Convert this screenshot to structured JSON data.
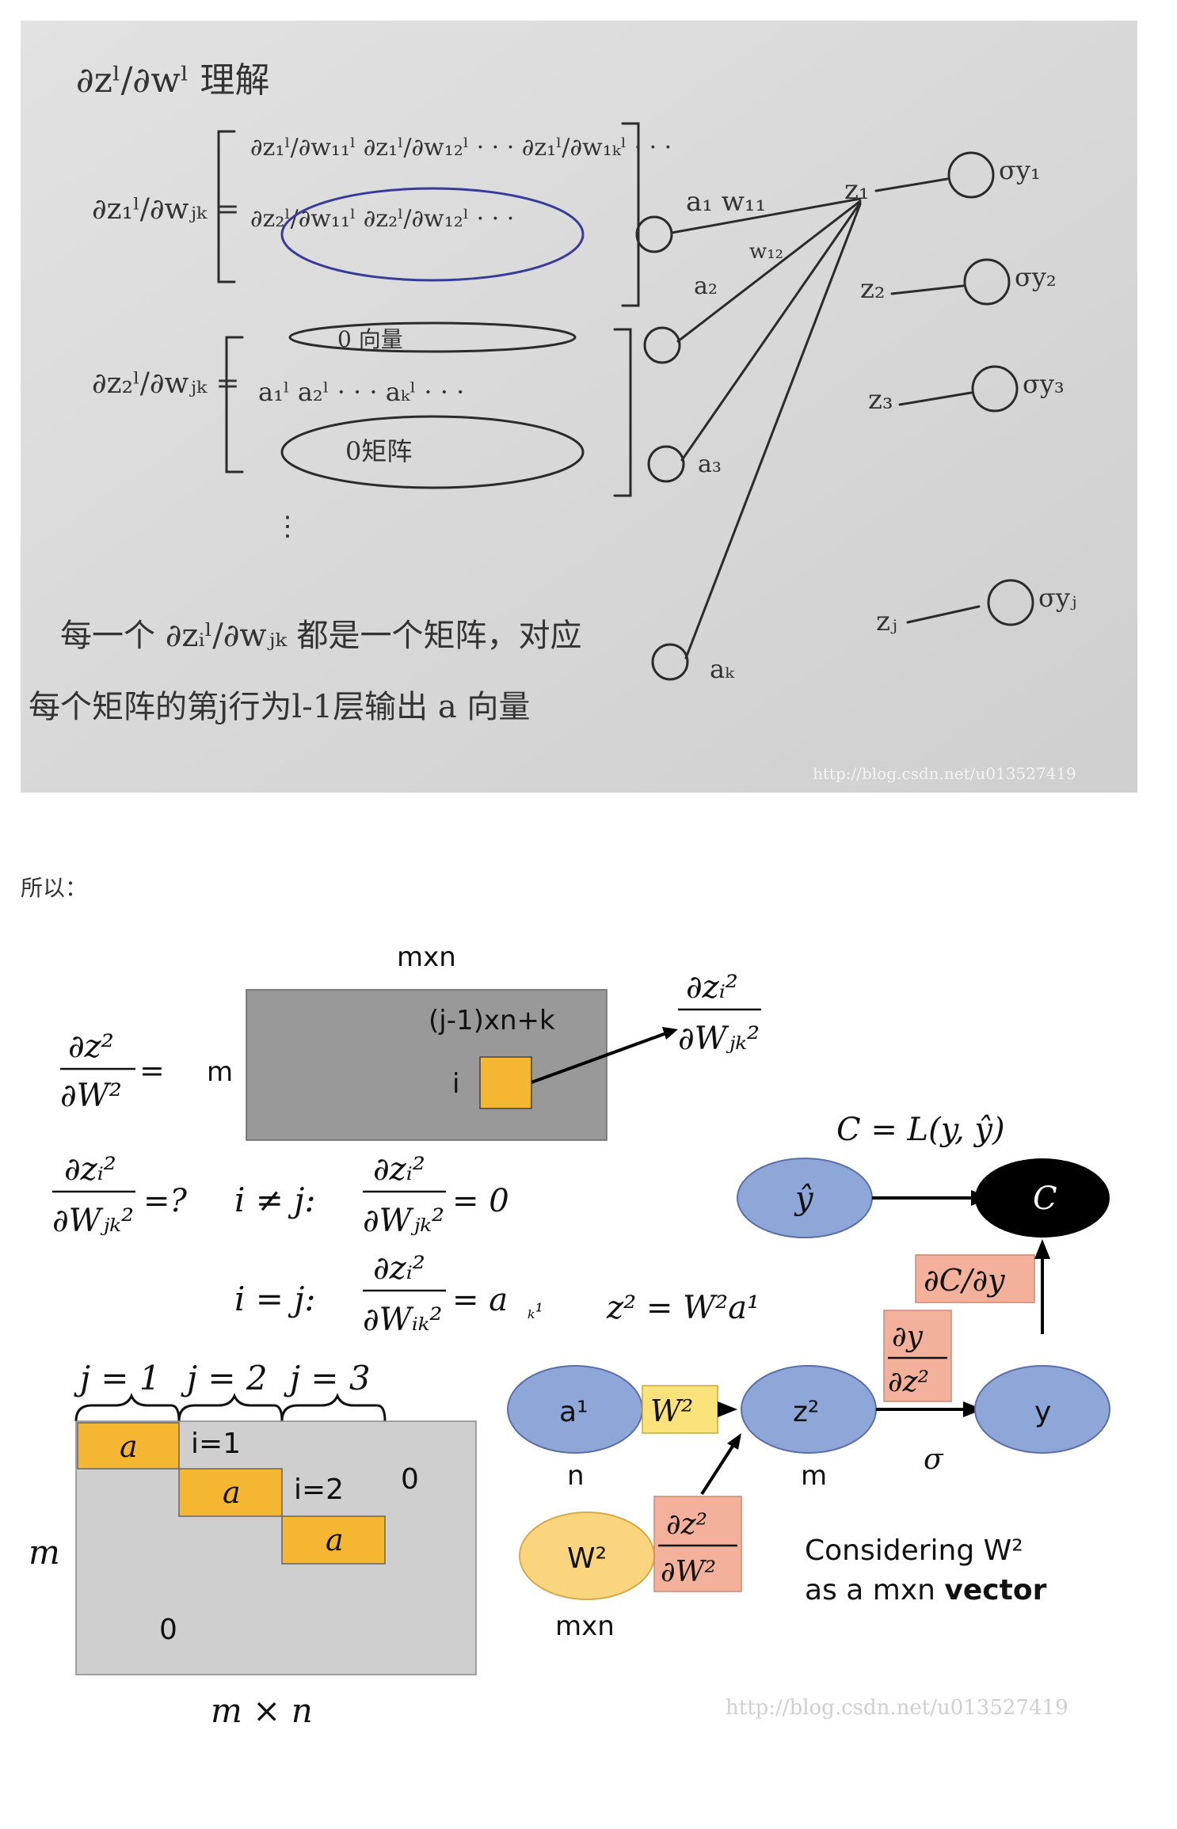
{
  "photo": {
    "watermark": "http://blog.csdn.net/u013527419",
    "heading": "∂zˡ/∂wˡ 理解",
    "row_vector_zero": "0 向量",
    "matrix_zero": "0矩阵",
    "note_line1": "每一个 ∂zᵢˡ/∂wⱼₖ 都是一个矩阵，对应",
    "note_line2": "每个矩阵的第j行为l-1层输出 a 向量",
    "neurons_in": [
      "a₁",
      "a₂",
      "a₃",
      "aₖ"
    ],
    "neurons_out": [
      "z₁",
      "z₂",
      "z₃",
      "zⱼ"
    ],
    "outputs": [
      "y₁",
      "y₂",
      "y₃",
      "yⱼ"
    ],
    "weights": [
      "w₁₁",
      "w₁₂"
    ]
  },
  "caption": "所以：",
  "diagram": {
    "watermark": "http://blog.csdn.net/u013527419",
    "mxn_top": "mxn",
    "m_label": "m",
    "index_label": "(j-1)xn+k",
    "i_label": "i",
    "question": "=?",
    "case_neq": "i ≠ j:",
    "eq_zero": "= 0",
    "case_eq": "i = j:",
    "eq_a": "= a",
    "j_labels": [
      "j = 1",
      "j = 2",
      "j = 3"
    ],
    "block_a": "a",
    "i1": "i=1",
    "i2": "i=2",
    "zero": "0",
    "m_side": "m",
    "mxn_bottom": "m × n",
    "cost_eq": "C = L(y, ŷ)",
    "yhat": "ŷ",
    "cost_node": "C",
    "dcdy": "∂C/∂y",
    "z_eq": "z² = W²a¹",
    "a1_node": "a¹",
    "w2_label": "W²",
    "z2_node": "z²",
    "y_node": "y",
    "w2_node": "W²",
    "n_label": "n",
    "m_under": "m",
    "sigma": "σ",
    "mxn_under": "mxn",
    "considering_line1": "Considering W²",
    "considering_line2_pre": "as a mxn ",
    "considering_line2_bold": "vector",
    "colors": {
      "gray_box": "#999999",
      "light_gray_box": "#cfcfcf",
      "yellow": "#f5b731",
      "blue_node": "#8fa6d9",
      "cost_node": "#000000",
      "salmon": "#f3b09b",
      "w2_node": "#fbd57e"
    }
  }
}
